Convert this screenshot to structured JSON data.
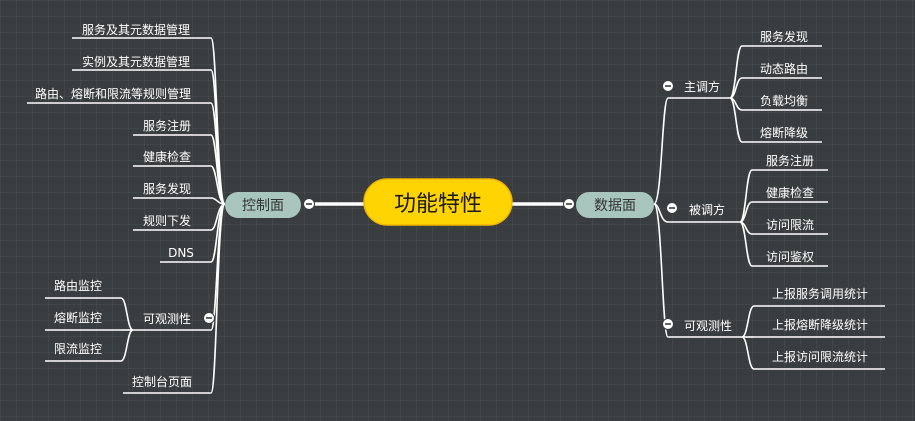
{
  "central": {
    "label": "功能特性"
  },
  "control_plane": {
    "label": "控制面",
    "leaves": [
      "服务及其元数据管理",
      "实例及其元数据管理",
      "路由、熔断和限流等规则管理",
      "服务注册",
      "健康检查",
      "服务发现",
      "规则下发",
      "DNS"
    ],
    "observability": {
      "label": "可观测性",
      "leaves": [
        "路由监控",
        "熔断监控",
        "限流监控"
      ]
    },
    "console": "控制台页面"
  },
  "data_plane": {
    "label": "数据面",
    "caller": {
      "label": "主调方",
      "leaves": [
        "服务发现",
        "动态路由",
        "负载均衡",
        "熔断降级"
      ]
    },
    "callee": {
      "label": "被调方",
      "leaves": [
        "服务注册",
        "健康检查",
        "访问限流",
        "访问鉴权"
      ]
    },
    "observability": {
      "label": "可观测性",
      "leaves": [
        "上报服务调用统计",
        "上报熔断降级统计",
        "上报访问限流统计"
      ]
    }
  },
  "colors": {
    "background": "#3a3d40",
    "central_fill": "#ffd400",
    "main_node_fill": "#a8c6bd",
    "line": "#ffffff"
  },
  "icons": {
    "collapse": "collapse-minus-icon"
  }
}
